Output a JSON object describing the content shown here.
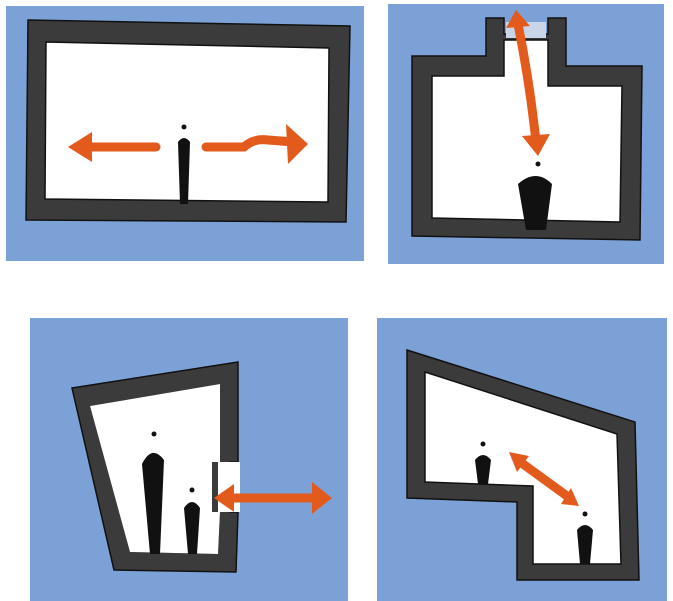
{
  "colors": {
    "background": "#7ca1d6",
    "room_fill": "#ffffff",
    "wall": "#3b3b3b",
    "wall_edge": "#111111",
    "arrow": "#e25a1c",
    "figure": "#111111"
  },
  "panels": [
    {
      "id": "horizontal-room",
      "arrow": "horizontal-double-arrow",
      "figures": 1
    },
    {
      "id": "tall-room",
      "arrow": "vertical-double-arrow",
      "figures": 1
    },
    {
      "id": "slanted-room",
      "arrow": "horizontal-double-arrow",
      "figures": 2
    },
    {
      "id": "split-level-room",
      "arrow": "diagonal-double-arrow",
      "figures": 2
    }
  ]
}
